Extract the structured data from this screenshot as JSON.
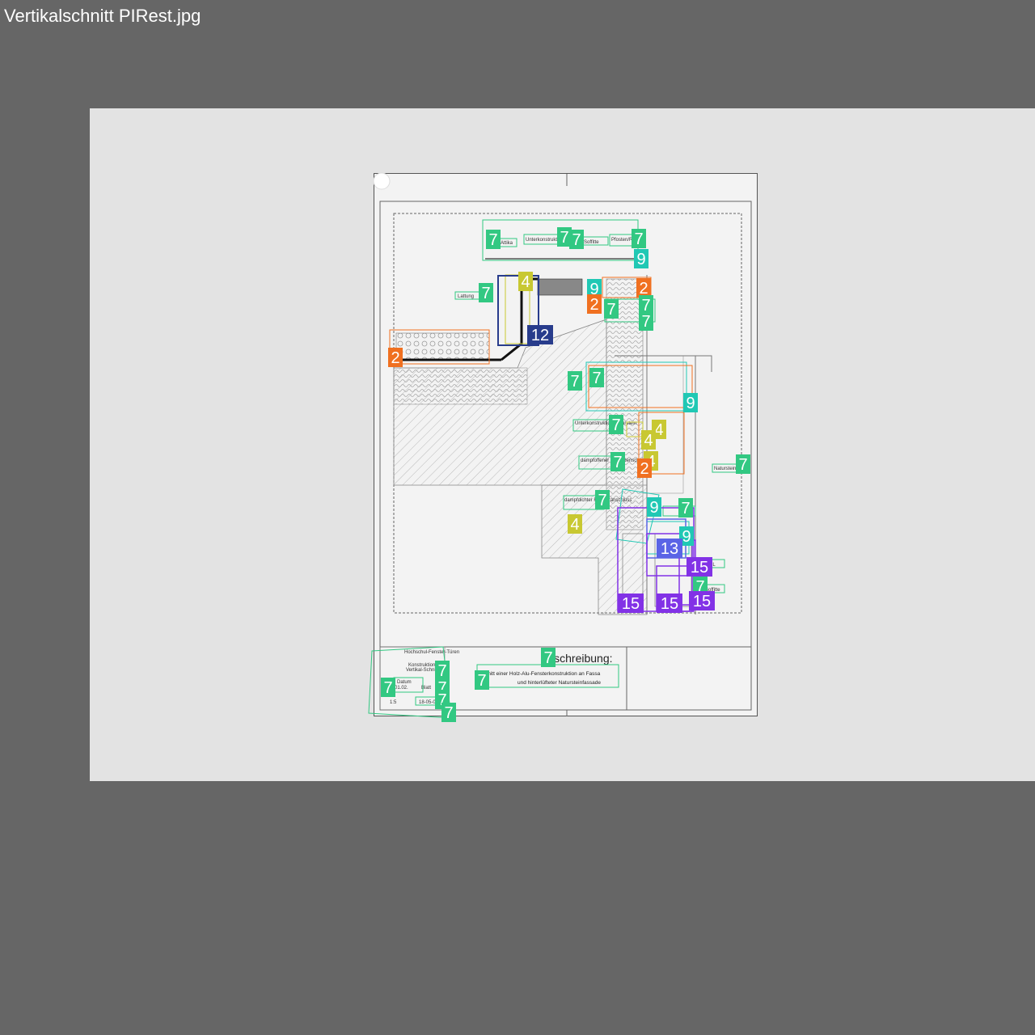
{
  "window": {
    "title": "Vertikalschnitt PIRest.jpg"
  },
  "drawing": {
    "description_title": "Beschreibung:",
    "description_line1": "Schnitt einer Holz-Alu-Fensterkonstruktion an Fassa",
    "description_line2": "und hinterlüfteter Natursteinfassade",
    "labels": [
      "Attika",
      "Unterkonstruktion",
      "Soffitte",
      "Pfosten/Riegel",
      "Lattung",
      "Unterkonstruktion Naturstein",
      "dampfoffener Fassadenschutz",
      "dampfdichter Fensteranschluss",
      "Naturstein",
      "HPL",
      "Soffitte"
    ],
    "stamp": {
      "project": "Hochschul-Fenster-Türen",
      "row2": "Konstruktionen",
      "row3": "Vertikal-Schnitte",
      "datum_label": "Datum",
      "datum_value": "01.02.",
      "blatt_label": "Blatt",
      "scale": "1:5",
      "code": "18-05-0015"
    }
  },
  "annotations": {
    "colors": {
      "class_2": "#f07020",
      "class_4": "#c8c832",
      "class_7": "#32c882",
      "class_9": "#20c8b4",
      "class_12": "#283c8c",
      "class_13": "#5a64e6",
      "class_15": "#8232e6"
    },
    "badges": [
      {
        "id": "a01",
        "label": "7"
      },
      {
        "id": "a02",
        "label": "7"
      },
      {
        "id": "a03",
        "label": "7"
      },
      {
        "id": "a04",
        "label": "7"
      },
      {
        "id": "a05",
        "label": "9"
      },
      {
        "id": "a06",
        "label": "4"
      },
      {
        "id": "a07",
        "label": "9"
      },
      {
        "id": "a08",
        "label": "2"
      },
      {
        "id": "a09",
        "label": "2"
      },
      {
        "id": "a10",
        "label": "7"
      },
      {
        "id": "a11",
        "label": "7"
      },
      {
        "id": "a12",
        "label": "7"
      },
      {
        "id": "a13",
        "label": "7"
      },
      {
        "id": "a14",
        "label": "12"
      },
      {
        "id": "a15",
        "label": "2"
      },
      {
        "id": "a16",
        "label": "7"
      },
      {
        "id": "a17",
        "label": "7"
      },
      {
        "id": "a18",
        "label": "9"
      },
      {
        "id": "a19",
        "label": "7"
      },
      {
        "id": "a20",
        "label": "4"
      },
      {
        "id": "a21",
        "label": "4"
      },
      {
        "id": "a22",
        "label": "7"
      },
      {
        "id": "a23",
        "label": "4"
      },
      {
        "id": "a24",
        "label": "2"
      },
      {
        "id": "a25",
        "label": "7"
      },
      {
        "id": "a26",
        "label": "7"
      },
      {
        "id": "a27",
        "label": "9"
      },
      {
        "id": "a28",
        "label": "7"
      },
      {
        "id": "a29",
        "label": "4"
      },
      {
        "id": "a30",
        "label": "9"
      },
      {
        "id": "a31",
        "label": "13"
      },
      {
        "id": "a32",
        "label": "15"
      },
      {
        "id": "a33",
        "label": "7"
      },
      {
        "id": "a34",
        "label": "15"
      },
      {
        "id": "a35",
        "label": "15"
      },
      {
        "id": "a36",
        "label": "15"
      },
      {
        "id": "a37",
        "label": "7"
      },
      {
        "id": "a38",
        "label": "7"
      },
      {
        "id": "a39",
        "label": "7"
      },
      {
        "id": "a40",
        "label": "7"
      },
      {
        "id": "a41",
        "label": "7"
      },
      {
        "id": "a42",
        "label": "7"
      },
      {
        "id": "a43",
        "label": "7"
      }
    ]
  }
}
